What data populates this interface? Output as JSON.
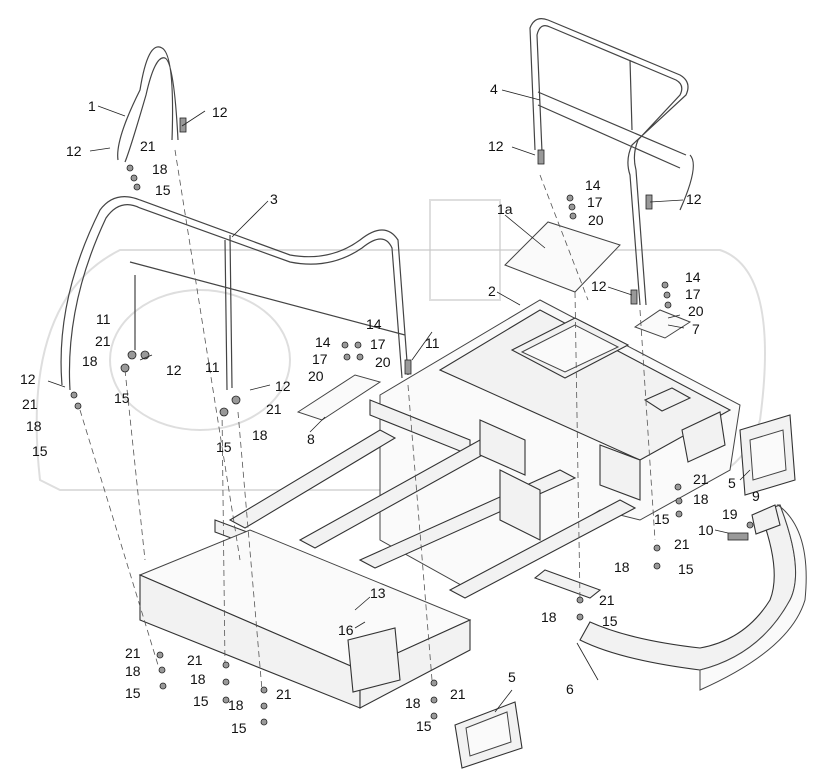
{
  "callouts": [
    {
      "id": "c-1",
      "text": "1"
    },
    {
      "id": "c-12a",
      "text": "12"
    },
    {
      "id": "c-12b",
      "text": "12"
    },
    {
      "id": "c-21a",
      "text": "21"
    },
    {
      "id": "c-18a",
      "text": "18"
    },
    {
      "id": "c-15a",
      "text": "15"
    },
    {
      "id": "c-3",
      "text": "3"
    },
    {
      "id": "c-4",
      "text": "4"
    },
    {
      "id": "c-12c",
      "text": "12"
    },
    {
      "id": "c-1a",
      "text": "1a"
    },
    {
      "id": "c-14a",
      "text": "14"
    },
    {
      "id": "c-17a",
      "text": "17"
    },
    {
      "id": "c-20a",
      "text": "20"
    },
    {
      "id": "c-12d",
      "text": "12"
    },
    {
      "id": "c-2",
      "text": "2"
    },
    {
      "id": "c-14b",
      "text": "14"
    },
    {
      "id": "c-17b",
      "text": "17"
    },
    {
      "id": "c-12e",
      "text": "12"
    },
    {
      "id": "c-20b",
      "text": "20"
    },
    {
      "id": "c-7",
      "text": "7"
    },
    {
      "id": "c-11a",
      "text": "11"
    },
    {
      "id": "c-21b",
      "text": "21"
    },
    {
      "id": "c-18b",
      "text": "18"
    },
    {
      "id": "c-12f",
      "text": "12"
    },
    {
      "id": "c-15b",
      "text": "15"
    },
    {
      "id": "c-14c",
      "text": "14"
    },
    {
      "id": "c-14d",
      "text": "14"
    },
    {
      "id": "c-17c",
      "text": "17"
    },
    {
      "id": "c-17d",
      "text": "17"
    },
    {
      "id": "c-20c",
      "text": "20"
    },
    {
      "id": "c-20d",
      "text": "20"
    },
    {
      "id": "c-11b",
      "text": "11"
    },
    {
      "id": "c-11c",
      "text": "11"
    },
    {
      "id": "c-12g",
      "text": "12"
    },
    {
      "id": "c-12h",
      "text": "12"
    },
    {
      "id": "c-21c",
      "text": "21"
    },
    {
      "id": "c-18c",
      "text": "18"
    },
    {
      "id": "c-15c",
      "text": "15"
    },
    {
      "id": "c-21d",
      "text": "21"
    },
    {
      "id": "c-15d",
      "text": "15"
    },
    {
      "id": "c-18d",
      "text": "18"
    },
    {
      "id": "c-8",
      "text": "8"
    },
    {
      "id": "c-5a",
      "text": "5"
    },
    {
      "id": "c-21e",
      "text": "21"
    },
    {
      "id": "c-18e",
      "text": "18"
    },
    {
      "id": "c-15e",
      "text": "15"
    },
    {
      "id": "c-9",
      "text": "9"
    },
    {
      "id": "c-19",
      "text": "19"
    },
    {
      "id": "c-10",
      "text": "10"
    },
    {
      "id": "c-21f",
      "text": "21"
    },
    {
      "id": "c-18f",
      "text": "18"
    },
    {
      "id": "c-15f",
      "text": "15"
    },
    {
      "id": "c-13",
      "text": "13"
    },
    {
      "id": "c-16",
      "text": "16"
    },
    {
      "id": "c-21g",
      "text": "21"
    },
    {
      "id": "c-18g",
      "text": "18"
    },
    {
      "id": "c-15g",
      "text": "15"
    },
    {
      "id": "c-21h",
      "text": "21"
    },
    {
      "id": "c-18h",
      "text": "18"
    },
    {
      "id": "c-15h",
      "text": "15"
    },
    {
      "id": "c-21i",
      "text": "21"
    },
    {
      "id": "c-18i",
      "text": "18"
    },
    {
      "id": "c-15i",
      "text": "15"
    },
    {
      "id": "c-21j",
      "text": "21"
    },
    {
      "id": "c-18j",
      "text": "18"
    },
    {
      "id": "c-15j",
      "text": "15"
    },
    {
      "id": "c-21k",
      "text": "21"
    },
    {
      "id": "c-18k",
      "text": "18"
    },
    {
      "id": "c-15k",
      "text": "15"
    },
    {
      "id": "c-6",
      "text": "6"
    },
    {
      "id": "c-5b",
      "text": "5"
    }
  ]
}
